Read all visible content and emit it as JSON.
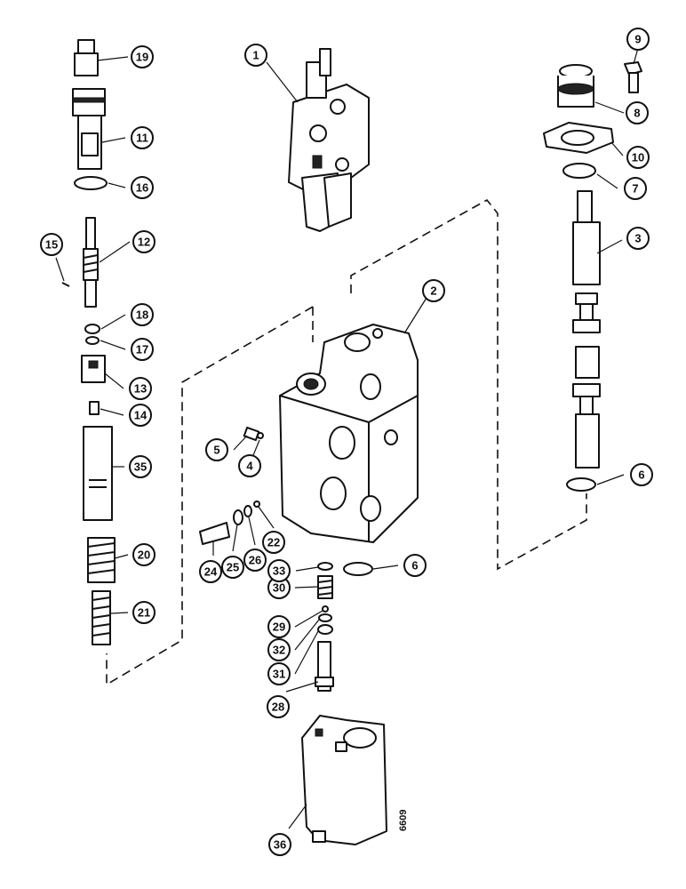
{
  "diagram": {
    "callouts": [
      {
        "id": "c1",
        "label": "1"
      },
      {
        "id": "c2",
        "label": "2"
      },
      {
        "id": "c3",
        "label": "3"
      },
      {
        "id": "c4",
        "label": "4"
      },
      {
        "id": "c5",
        "label": "5"
      },
      {
        "id": "c6a",
        "label": "6"
      },
      {
        "id": "c6b",
        "label": "6"
      },
      {
        "id": "c7",
        "label": "7"
      },
      {
        "id": "c8",
        "label": "8"
      },
      {
        "id": "c9",
        "label": "9"
      },
      {
        "id": "c10",
        "label": "10"
      },
      {
        "id": "c11",
        "label": "11"
      },
      {
        "id": "c12",
        "label": "12"
      },
      {
        "id": "c13",
        "label": "13"
      },
      {
        "id": "c14",
        "label": "14"
      },
      {
        "id": "c15",
        "label": "15"
      },
      {
        "id": "c16",
        "label": "16"
      },
      {
        "id": "c17",
        "label": "17"
      },
      {
        "id": "c18",
        "label": "18"
      },
      {
        "id": "c19",
        "label": "19"
      },
      {
        "id": "c20",
        "label": "20"
      },
      {
        "id": "c21",
        "label": "21"
      },
      {
        "id": "c22",
        "label": "22"
      },
      {
        "id": "c24",
        "label": "24"
      },
      {
        "id": "c25",
        "label": "25"
      },
      {
        "id": "c26",
        "label": "26"
      },
      {
        "id": "c28",
        "label": "28"
      },
      {
        "id": "c29",
        "label": "29"
      },
      {
        "id": "c30",
        "label": "30"
      },
      {
        "id": "c31",
        "label": "31"
      },
      {
        "id": "c32",
        "label": "32"
      },
      {
        "id": "c33",
        "label": "33"
      },
      {
        "id": "c35",
        "label": "35"
      },
      {
        "id": "c36",
        "label": "36"
      }
    ],
    "figure_code": "6609"
  }
}
